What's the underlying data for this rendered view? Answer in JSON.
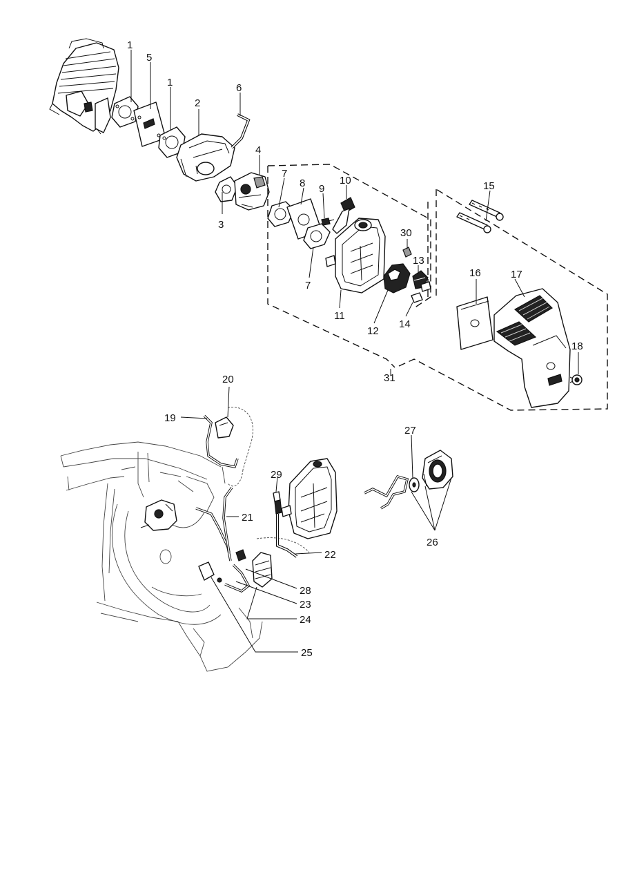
{
  "callouts": [
    {
      "id": "l1a",
      "text": "1"
    },
    {
      "id": "l5",
      "text": "5"
    },
    {
      "id": "l1b",
      "text": "1"
    },
    {
      "id": "l2",
      "text": "2"
    },
    {
      "id": "l6",
      "text": "6"
    },
    {
      "id": "l4",
      "text": "4"
    },
    {
      "id": "l3",
      "text": "3"
    },
    {
      "id": "l7a",
      "text": "7"
    },
    {
      "id": "l8",
      "text": "8"
    },
    {
      "id": "l9",
      "text": "9"
    },
    {
      "id": "l10",
      "text": "10"
    },
    {
      "id": "l7b",
      "text": "7"
    },
    {
      "id": "l11",
      "text": "11"
    },
    {
      "id": "l12",
      "text": "12"
    },
    {
      "id": "l30",
      "text": "30"
    },
    {
      "id": "l13",
      "text": "13"
    },
    {
      "id": "l14",
      "text": "14"
    },
    {
      "id": "l15",
      "text": "15"
    },
    {
      "id": "l16",
      "text": "16"
    },
    {
      "id": "l17",
      "text": "17"
    },
    {
      "id": "l18",
      "text": "18"
    },
    {
      "id": "l31",
      "text": "31"
    },
    {
      "id": "l20",
      "text": "20"
    },
    {
      "id": "l19",
      "text": "19"
    },
    {
      "id": "l21",
      "text": "21"
    },
    {
      "id": "l29",
      "text": "29"
    },
    {
      "id": "l22",
      "text": "22"
    },
    {
      "id": "l27",
      "text": "27"
    },
    {
      "id": "l26",
      "text": "26"
    },
    {
      "id": "l28",
      "text": "28"
    },
    {
      "id": "l23",
      "text": "23"
    },
    {
      "id": "l24",
      "text": "24"
    },
    {
      "id": "l25",
      "text": "25"
    }
  ]
}
